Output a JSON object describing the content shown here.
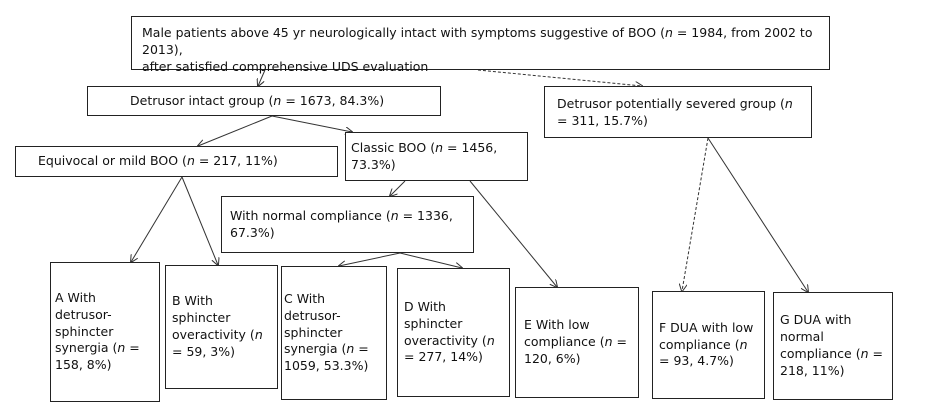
{
  "root": {
    "line1_pre": "Male patients above 45 yr neurologically intact with symptoms suggestive of BOO (",
    "line1_n": "n",
    "line1_post": " = 1984, from 2002 to 2013),",
    "line2": "after satisfied comprehensive UDS evaluation"
  },
  "detrusor_intact": {
    "pre": "Detrusor intact group (",
    "n": "n",
    "post": " = 1673, 84.3%)"
  },
  "detrusor_severed": {
    "pre": "Detrusor potentially severed group (",
    "n": "n",
    "post": " = 311, 15.7%)"
  },
  "equivocal": {
    "pre": "Equivocal or mild BOO (",
    "n": "n",
    "post": " = 217, 11%)"
  },
  "classic": {
    "pre": "Classic BOO (",
    "n": "n",
    "post": " = 1456, 73.3%)"
  },
  "normal_compliance": {
    "pre": "With normal compliance (",
    "n": "n",
    "post": " = 1336, 67.3%)"
  },
  "leaves": {
    "a": {
      "pre": "A With detrusor-sphincter synergia (",
      "n": "n",
      "post": " = 158, 8%)"
    },
    "b": {
      "pre": "B With sphincter overactivity (",
      "n": "n",
      "post": " = 59, 3%)"
    },
    "c": {
      "pre": "C With detrusor-sphincter synergia (",
      "n": "n",
      "post": " = 1059, 53.3%)"
    },
    "d": {
      "pre": "D With sphincter overactivity (",
      "n": "n",
      "post": " = 277, 14%)"
    },
    "e": {
      "pre": "E With low compliance (",
      "n": "n",
      "post": " = 120, 6%)"
    },
    "f": {
      "pre": "F DUA with low compliance (",
      "n": "n",
      "post": " = 93, 4.7%)"
    },
    "g": {
      "pre": "G DUA with normal compliance (",
      "n": "n",
      "post": " = 218, 11%)"
    }
  }
}
